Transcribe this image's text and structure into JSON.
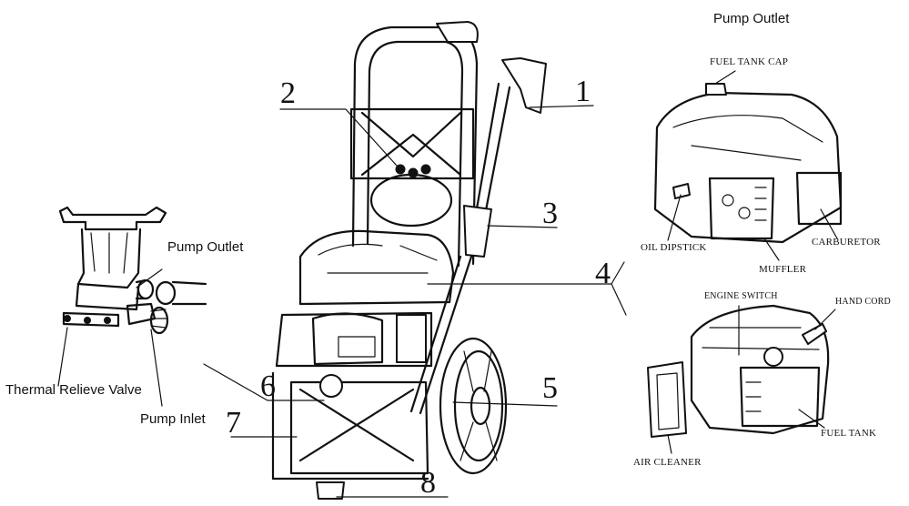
{
  "top_right_title": "Pump Outlet",
  "pump_labels": {
    "outlet": "Pump Outlet",
    "relief": "Thermal Relieve Valve",
    "inlet": "Pump Inlet"
  },
  "callouts": [
    "1",
    "2",
    "3",
    "4",
    "5",
    "6",
    "7",
    "8"
  ],
  "engine_top_labels": {
    "fuel_cap": "FUEL TANK CAP",
    "oil_dipstick": "OIL DIPSTICK",
    "carburetor": "CARBURETOR",
    "muffler": "MUFFLER"
  },
  "engine_bottom_labels": {
    "engine_switch": "ENGINE SWITCH",
    "hand_cord": "HAND CORD",
    "fuel_tank": "FUEL TANK",
    "air_cleaner": "AIR CLEANER"
  }
}
